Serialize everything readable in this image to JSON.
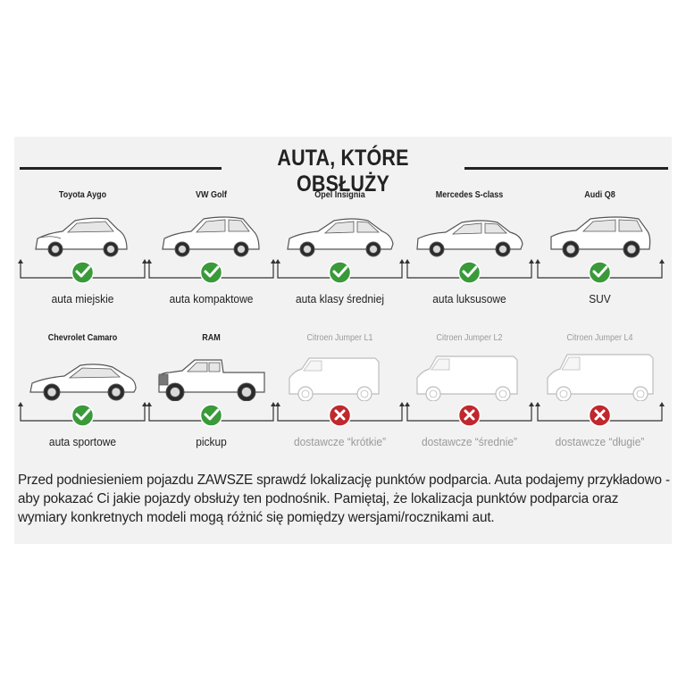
{
  "header": {
    "title": "AUTA, KTÓRE OBSŁUŻY"
  },
  "rows": [
    [
      {
        "name": "Toyota Aygo",
        "label": "auta miejskie",
        "supported": true,
        "body": "hatch-small"
      },
      {
        "name": "VW Golf",
        "label": "auta kompaktowe",
        "supported": true,
        "body": "hatch"
      },
      {
        "name": "Opel Insignia",
        "label": "auta klasy średniej",
        "supported": true,
        "body": "sedan"
      },
      {
        "name": "Mercedes S-class",
        "label": "auta luksusowe",
        "supported": true,
        "body": "sedan-long"
      },
      {
        "name": "Audi Q8",
        "label": "SUV",
        "supported": true,
        "body": "suv"
      }
    ],
    [
      {
        "name": "Chevrolet Camaro",
        "label": "auta sportowe",
        "supported": true,
        "body": "coupe"
      },
      {
        "name": "RAM",
        "label": "pickup",
        "supported": true,
        "body": "pickup"
      },
      {
        "name": "Citroen Jumper L1",
        "label": "dostawcze “krótkie”",
        "supported": false,
        "body": "van-short"
      },
      {
        "name": "Citroen Jumper L2",
        "label": "dostawcze “średnie”",
        "supported": false,
        "body": "van-mid"
      },
      {
        "name": "Citroen Jumper L4",
        "label": "dostawcze “długie”",
        "supported": false,
        "body": "van-long"
      }
    ]
  ],
  "note": "Przed podniesieniem pojazdu ZAWSZE sprawdź lokalizację punktów podparcia. Auta podajemy przykładowo - aby pokazać Ci jakie pojazdy obsłuży ten podnośnik. Pamiętaj, że lokalizacja punktów podparcia oraz wymiary konkretnych modeli mogą różnić się pomiędzy wersjami/rocznikami aut.",
  "colors": {
    "check": "#3a9a3a",
    "cross": "#c0282e",
    "text": "#222222",
    "muted": "#9a9a9a",
    "panel": "#f2f2f2"
  },
  "icons": {
    "supported": "check-icon",
    "unsupported": "cross-icon"
  }
}
